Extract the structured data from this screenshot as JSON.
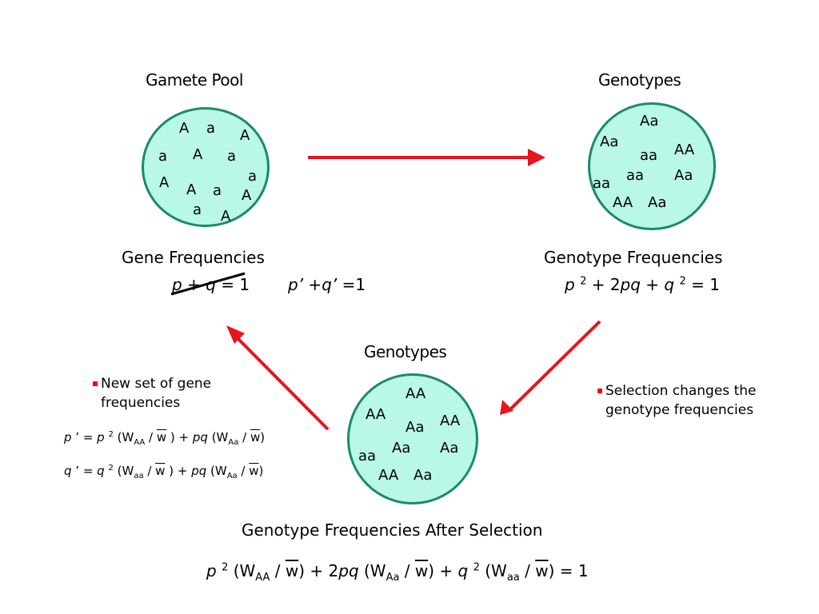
{
  "gamete_pool": {
    "title": "Gamete Pool",
    "alleles": [
      "A",
      "a",
      "A",
      "a",
      "A",
      "a",
      "a",
      "A",
      "A",
      "a",
      "A",
      "a",
      "A"
    ]
  },
  "genotypes_top": {
    "title": "Genotypes",
    "items": [
      "Aa",
      "Aa",
      "aa",
      "AA",
      "aa",
      "aa",
      "Aa",
      "AA",
      "Aa"
    ]
  },
  "genotypes_bottom": {
    "title": "Genotypes",
    "items": [
      "AA",
      "AA",
      "Aa",
      "AA",
      "aa",
      "Aa",
      "Aa",
      "AA",
      "Aa"
    ]
  },
  "gene_frequencies": {
    "label": "Gene Frequencies",
    "old_eq": {
      "p": "p",
      "plus": " + ",
      "q": "q",
      "eq": " = 1"
    },
    "new_eq": {
      "p": "p’",
      "plus": " +",
      "q": "q’",
      "eq": " =1"
    }
  },
  "genotype_frequencies": {
    "label": "Genotype Frequencies",
    "eq": {
      "p": "p",
      "sup1": "2",
      "mid": " + 2",
      "pq": "pq",
      "plus": " + ",
      "q": "q",
      "sup2": "2",
      "end": " = 1"
    }
  },
  "after_selection": {
    "label": "Genotype Frequencies After Selection",
    "eq": {
      "p": "p",
      "sup": "2",
      "t1": " (W",
      "s1": "AA",
      "slash": " / ",
      "w": "w",
      "t2": ") + 2",
      "pq": "pq",
      "t3": " (W",
      "s2": "Aa",
      "t4": ") + ",
      "q": "q",
      "t5": " (W",
      "s3": "aa",
      "end": ") = 1"
    }
  },
  "left_note": {
    "bullet": "New set of gene frequencies",
    "p_formula": {
      "lhs": "p",
      "prime": " ’ = ",
      "p": "p",
      "sup": "2",
      "t1": " (W",
      "s1": "AA",
      "slash": " / ",
      "w": "w",
      "t2": " ) + ",
      "pq": "pq",
      "t3": " (W",
      "s2": "Aa",
      "end": ")"
    },
    "q_formula": {
      "lhs": "q",
      "prime": " ’ = ",
      "q": "q",
      "sup": "2",
      "t1": " (W",
      "s1": "aa",
      "slash": " / ",
      "w": "w",
      "t2": " ) + ",
      "pq": "pq",
      "t3": " (W",
      "s2": "Aa",
      "end": ")"
    }
  },
  "right_note": {
    "bullet": "Selection changes the genotype frequencies"
  },
  "colors": {
    "arrow": "#e8141c",
    "circle_fill": "#b9f7e7",
    "circle_border": "#1a8a6a",
    "bullet": "#ff0000"
  }
}
